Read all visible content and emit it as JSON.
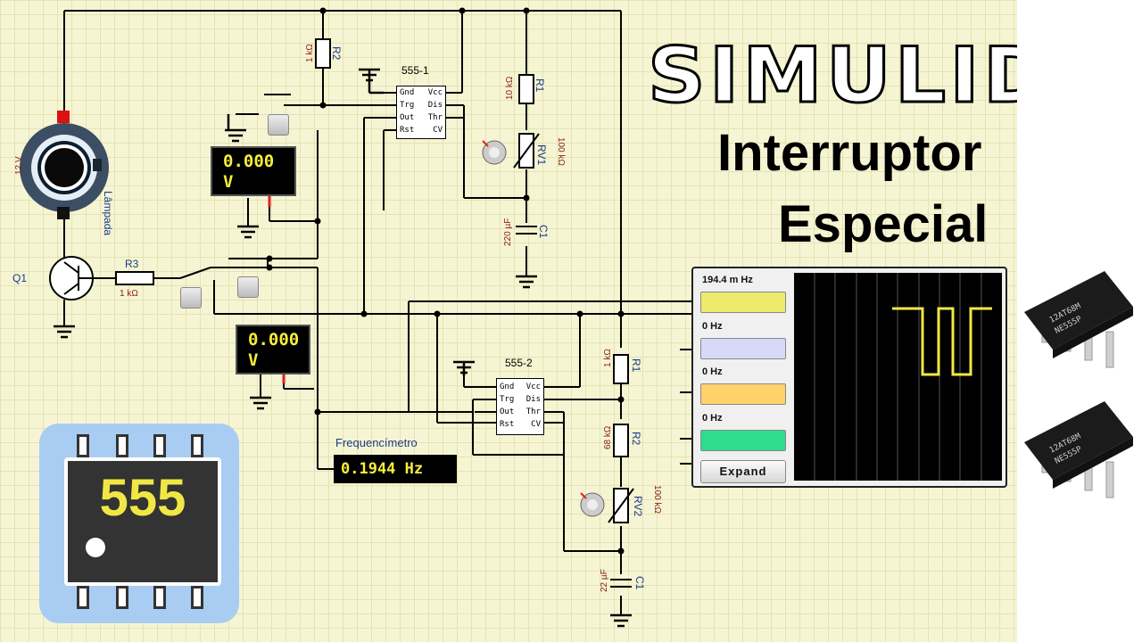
{
  "title": {
    "main": "SIMULIDE",
    "line1": "Interruptor",
    "line2": "Especial"
  },
  "voltmeter_top": {
    "value": "0.000",
    "unit": "V"
  },
  "voltmeter_bottom": {
    "value": "0.000",
    "unit": "V"
  },
  "frequency_meter": {
    "label": "Frequencímetro",
    "reading": "0.1944  Hz"
  },
  "lamp": {
    "label": "Lâmpada",
    "voltage": "12 V"
  },
  "transistor": {
    "label": "Q1"
  },
  "resistor_r3": {
    "label": "R3",
    "value": "1 kΩ"
  },
  "resistor_r2_top": {
    "label": "R2",
    "value": "1 kΩ"
  },
  "timer1": {
    "label": "555-1",
    "pins_left": [
      "Gnd",
      "Trg",
      "Out",
      "Rst"
    ],
    "pins_right": [
      "Vcc",
      "Dis",
      "Thr",
      "CV"
    ]
  },
  "timer2": {
    "label": "555-2",
    "pins_left": [
      "Gnd",
      "Trg",
      "Out",
      "Rst"
    ],
    "pins_right": [
      "Vcc",
      "Dis",
      "Thr",
      "CV"
    ]
  },
  "upper_stage": {
    "r1": {
      "label": "R1",
      "value": "10 kΩ"
    },
    "rv1": {
      "label": "RV1",
      "value": "100 kΩ"
    },
    "c1": {
      "label": "C1",
      "value": "220 µF"
    }
  },
  "lower_stage": {
    "r1": {
      "label": "R1",
      "value": "1 kΩ"
    },
    "r2": {
      "label": "R2",
      "value": "68 kΩ"
    },
    "rv2": {
      "label": "RV2",
      "value": "100 kΩ"
    },
    "c1": {
      "label": "C1",
      "value": "22 µF"
    }
  },
  "oscilloscope": {
    "channels": [
      {
        "freq": "194.4 m Hz",
        "color": "#eeea6c"
      },
      {
        "freq": "0 Hz",
        "color": "#d8d8f7"
      },
      {
        "freq": "0 Hz",
        "color": "#ffd26a"
      },
      {
        "freq": "0 Hz",
        "color": "#2fdc8f"
      }
    ],
    "expand_label": "Expand",
    "trace_color": "#f1e743"
  },
  "chip_icon": {
    "label": "555"
  },
  "chip_photo_marking": {
    "line1": "12AT68M",
    "line2": "NE555P"
  }
}
